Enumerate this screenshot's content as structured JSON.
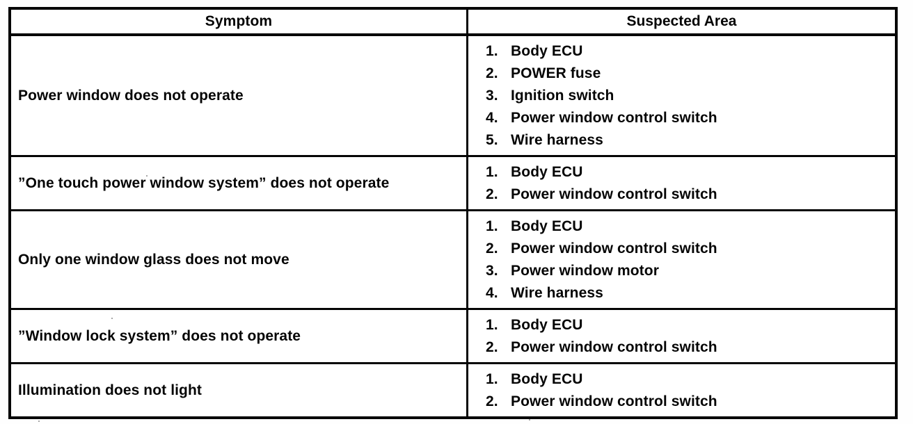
{
  "table": {
    "headers": {
      "symptom": "Symptom",
      "suspected_area": "Suspected Area"
    },
    "rows": [
      {
        "symptom": "Power window does not operate",
        "areas": [
          {
            "num": "1.",
            "label": "Body ECU"
          },
          {
            "num": "2.",
            "label": "POWER fuse"
          },
          {
            "num": "3.",
            "label": "Ignition switch"
          },
          {
            "num": "4.",
            "label": "Power window control switch"
          },
          {
            "num": "5.",
            "label": "Wire harness"
          }
        ]
      },
      {
        "symptom": "”One touch power window system” does not operate",
        "areas": [
          {
            "num": "1.",
            "label": "Body ECU"
          },
          {
            "num": "2.",
            "label": "Power window control switch"
          }
        ]
      },
      {
        "symptom": "Only one window glass does not move",
        "areas": [
          {
            "num": "1.",
            "label": "Body ECU"
          },
          {
            "num": "2.",
            "label": "Power window control switch"
          },
          {
            "num": "3.",
            "label": "Power window motor"
          },
          {
            "num": "4.",
            "label": "Wire harness"
          }
        ]
      },
      {
        "symptom": "”Window lock system” does not operate",
        "areas": [
          {
            "num": "1.",
            "label": "Body ECU"
          },
          {
            "num": "2.",
            "label": "Power window control switch"
          }
        ]
      },
      {
        "symptom": "Illumination does not light",
        "areas": [
          {
            "num": "1.",
            "label": "Body ECU"
          },
          {
            "num": "2.",
            "label": "Power window control switch"
          }
        ]
      }
    ]
  }
}
